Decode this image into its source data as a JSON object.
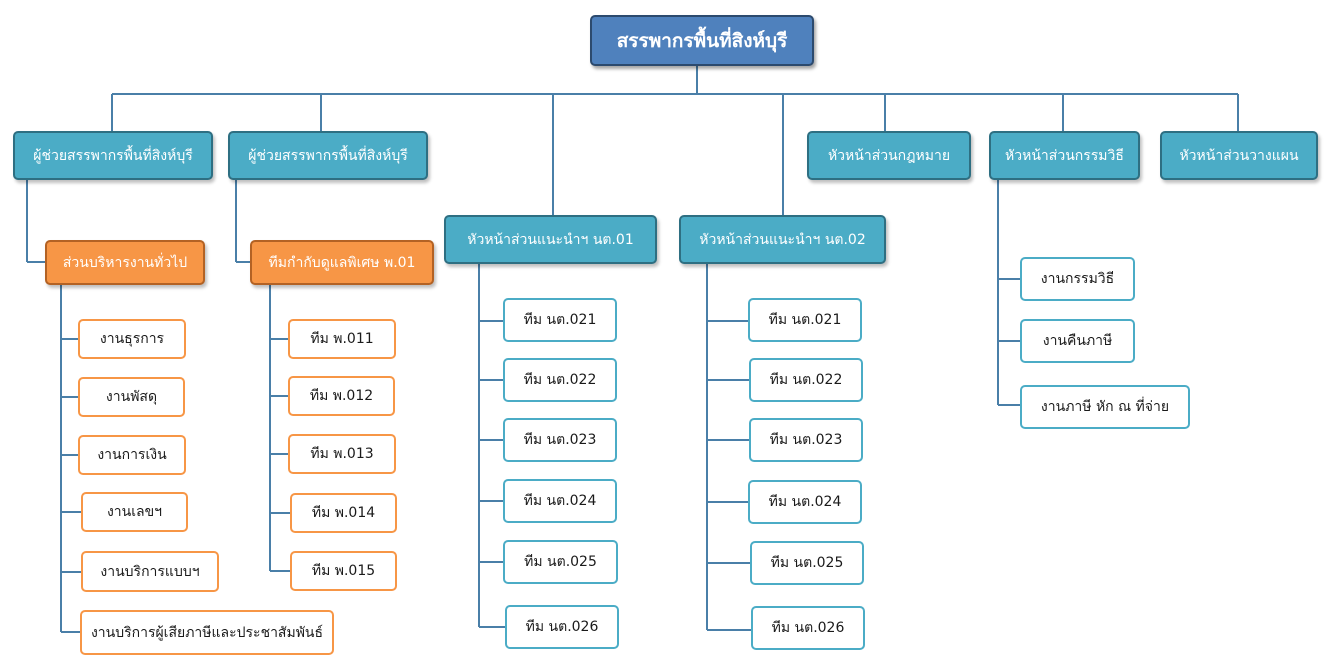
{
  "top": "สรรพากรพื้นที่สิงห์บุรี",
  "level1": {
    "assistant_1": "ผู้ช่วยสรรพากรพื้นที่สิงห์บุรี",
    "assistant_2": "ผู้ช่วยสรรพากรพื้นที่สิงห์บุรี",
    "advisory_1": "หัวหน้าส่วนแนะนำฯ   นต.01",
    "advisory_2": "หัวหน้าส่วนแนะนำฯ  นต.02",
    "legal": "หัวหน้าส่วนกฎหมาย",
    "procedure": "หัวหน้าส่วนกรรมวิธี",
    "planning": "หัวหน้าส่วนวางแผน"
  },
  "level2": {
    "general_admin": "ส่วนบริหารงานทั่วไป",
    "special_team": "ทีมกำกับดูแลพิเศษ  พ.01"
  },
  "admin_units": [
    "งานธุรการ",
    "งานพัสดุ",
    "งานการเงิน",
    "งานเลขฯ",
    "งานบริการแบบฯ",
    "งานบริการผู้เสียภาษีและประชาสัมพันธ์"
  ],
  "special_teams": [
    "ทีม พ.011",
    "ทีม พ.012",
    "ทีม พ.013",
    "ทีม พ.014",
    "ทีม พ.015"
  ],
  "advisory_1_teams": [
    "ทีม นต.021",
    "ทีม นต.022",
    "ทีม นต.023",
    "ทีม นต.024",
    "ทีม นต.025",
    "ทีม นต.026"
  ],
  "advisory_2_teams": [
    "ทีม นต.021",
    "ทีม นต.022",
    "ทีม นต.023",
    "ทีม นต.024",
    "ทีม นต.025",
    "ทีม นต.026"
  ],
  "procedure_units": [
    "งานกรรมวิธี",
    "งานคืนภาษี",
    "งานภาษี หัก ณ ที่จ่าย"
  ],
  "colors": {
    "top_fill": "#4f81bd",
    "manager_fill": "#4bacc6",
    "orange_fill": "#f79646",
    "connector": "#4a7fa8"
  }
}
